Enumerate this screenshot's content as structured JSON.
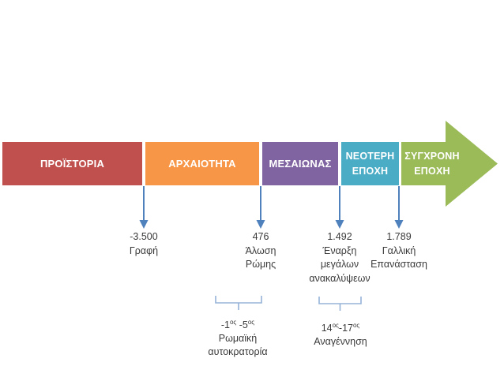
{
  "timeline": {
    "periods": [
      {
        "label": "ΠΡΟΪΣΤΟΡΙΑ",
        "color": "#C0504D"
      },
      {
        "label": "ΑΡΧΑΙΟΤΗΤΑ",
        "color": "#F79646"
      },
      {
        "label": "ΜΕΣΑΙΩΝΑΣ",
        "color": "#8064A2"
      },
      {
        "label": "ΝΕΟΤΕΡΗ ΕΠΟΧΗ",
        "color": "#4BACC6"
      },
      {
        "label": "ΣΥΓΧΡΟΝΗ ΕΠΟΧΗ",
        "color": "#9BBB59"
      }
    ],
    "events": [
      {
        "year": "-3.500",
        "lines": [
          "Γραφή"
        ]
      },
      {
        "year": "476",
        "lines": [
          "Άλωση",
          "Ρώμης"
        ]
      },
      {
        "year": "1.492",
        "lines": [
          "Έναρξη",
          "μεγάλων",
          "ανακαλύψεων"
        ]
      },
      {
        "year": "1.789",
        "lines": [
          "Γαλλική",
          "Επανάσταση"
        ]
      }
    ],
    "spans": [
      {
        "range_parts": [
          "-1",
          "ος",
          " -5",
          "ος"
        ],
        "lines": [
          "Ρωμαϊκή",
          "αυτοκρατορία"
        ]
      },
      {
        "range_parts": [
          "14",
          "ος",
          "-17",
          "ος"
        ],
        "lines": [
          "Αναγέννηση"
        ]
      }
    ],
    "colors": {
      "prehistory_red": "#C0504D",
      "antiquity_orange": "#F79646",
      "medieval_purple": "#8064A2",
      "modern_teal": "#4BACC6",
      "contemporary_green": "#9BBB59",
      "event_arrow_blue": "#4F81BD",
      "brace_blue": "#95B3D7",
      "label_text": "#3A3A3A"
    }
  }
}
